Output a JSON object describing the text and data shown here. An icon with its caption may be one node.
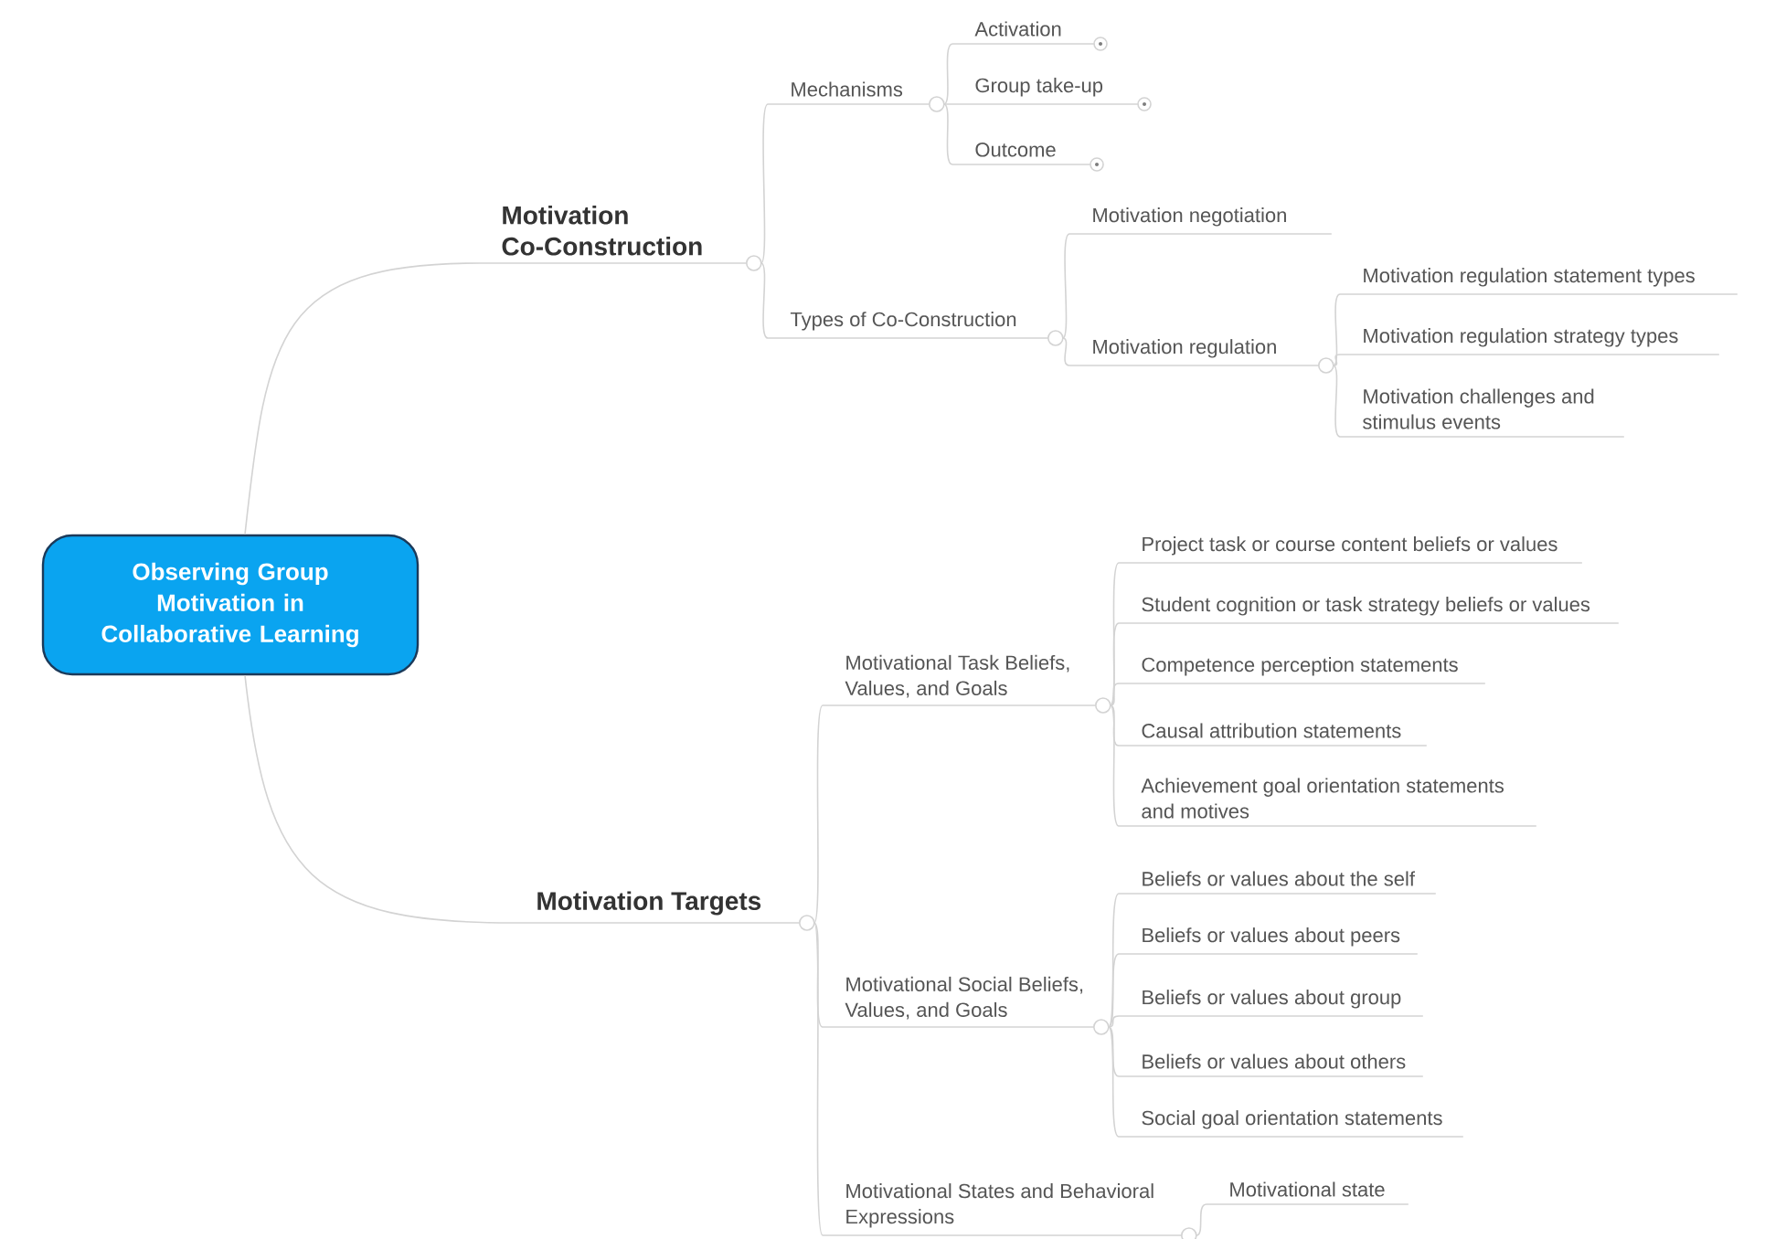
{
  "diagram": {
    "nodes": [
      {
        "text": [
          "Observing Group Motivation in Collaborative Learning"
        ]
      },
      {
        "text": [
          "Motivation Co-Construction"
        ]
      },
      {
        "text": [
          "Mechanisms"
        ]
      },
      {
        "text": [
          "Activation"
        ]
      },
      {
        "text": [
          "Group take-up"
        ]
      },
      {
        "text": [
          "Outcome"
        ]
      },
      {
        "text": [
          "Types of Co-Construction"
        ]
      },
      {
        "text": [
          "Motivation negotiation"
        ]
      },
      {
        "text": [
          "Motivation regulation"
        ]
      },
      {
        "text": [
          "Motivation regulation statement types"
        ]
      },
      {
        "text": [
          "Motivation regulation strategy types"
        ]
      },
      {
        "text": [
          "Motivation challenges and stimulus events"
        ]
      },
      {
        "text": [
          "Motivation Targets"
        ]
      },
      {
        "text": [
          "Motivational Task Beliefs, Values, and Goals"
        ]
      },
      {
        "text": [
          "Project task or course content beliefs or values"
        ]
      },
      {
        "text": [
          "Student cognition or task strategy beliefs or values"
        ]
      },
      {
        "text": [
          "Competence perception statements"
        ]
      },
      {
        "text": [
          "Causal attribution statements"
        ]
      },
      {
        "text": [
          "Achievement goal orientation statements and motives"
        ]
      },
      {
        "text": [
          "Motivational Social Beliefs, Values, and Goals"
        ]
      },
      {
        "text": [
          "Beliefs or values about the self"
        ]
      },
      {
        "text": [
          "Beliefs or values about peers"
        ]
      },
      {
        "text": [
          "Beliefs or values about group"
        ]
      },
      {
        "text": [
          "Beliefs or values about others"
        ]
      },
      {
        "text": [
          "Social goal orientation statements"
        ]
      },
      {
        "text": [
          "Motivational States and Behavioral Expressions"
        ]
      },
      {
        "text": [
          "Motivational state"
        ]
      }
    ],
    "edges": [
      {
        "from": 0,
        "to": 1,
        "arrow": "none"
      },
      {
        "from": 1,
        "to": 2,
        "arrow": "none"
      },
      {
        "from": 2,
        "to": 3,
        "arrow": "none"
      },
      {
        "from": 2,
        "to": 4,
        "arrow": "none"
      },
      {
        "from": 2,
        "to": 5,
        "arrow": "none"
      },
      {
        "from": 1,
        "to": 6,
        "arrow": "none"
      },
      {
        "from": 6,
        "to": 7,
        "arrow": "none"
      },
      {
        "from": 6,
        "to": 8,
        "arrow": "none"
      },
      {
        "from": 8,
        "to": 9,
        "arrow": "none"
      },
      {
        "from": 8,
        "to": 10,
        "arrow": "none"
      },
      {
        "from": 8,
        "to": 11,
        "arrow": "none"
      },
      {
        "from": 0,
        "to": 12,
        "arrow": "none"
      },
      {
        "from": 12,
        "to": 13,
        "arrow": "none"
      },
      {
        "from": 13,
        "to": 14,
        "arrow": "none"
      },
      {
        "from": 13,
        "to": 15,
        "arrow": "none"
      },
      {
        "from": 13,
        "to": 16,
        "arrow": "none"
      },
      {
        "from": 13,
        "to": 17,
        "arrow": "none"
      },
      {
        "from": 13,
        "to": 18,
        "arrow": "none"
      },
      {
        "from": 12,
        "to": 19,
        "arrow": "none"
      },
      {
        "from": 19,
        "to": 20,
        "arrow": "none"
      },
      {
        "from": 19,
        "to": 21,
        "arrow": "none"
      },
      {
        "from": 19,
        "to": 22,
        "arrow": "none"
      },
      {
        "from": 19,
        "to": 23,
        "arrow": "none"
      },
      {
        "from": 19,
        "to": 24,
        "arrow": "none"
      },
      {
        "from": 12,
        "to": 25,
        "arrow": "none"
      },
      {
        "from": 25,
        "to": 26,
        "arrow": "none"
      }
    ]
  }
}
